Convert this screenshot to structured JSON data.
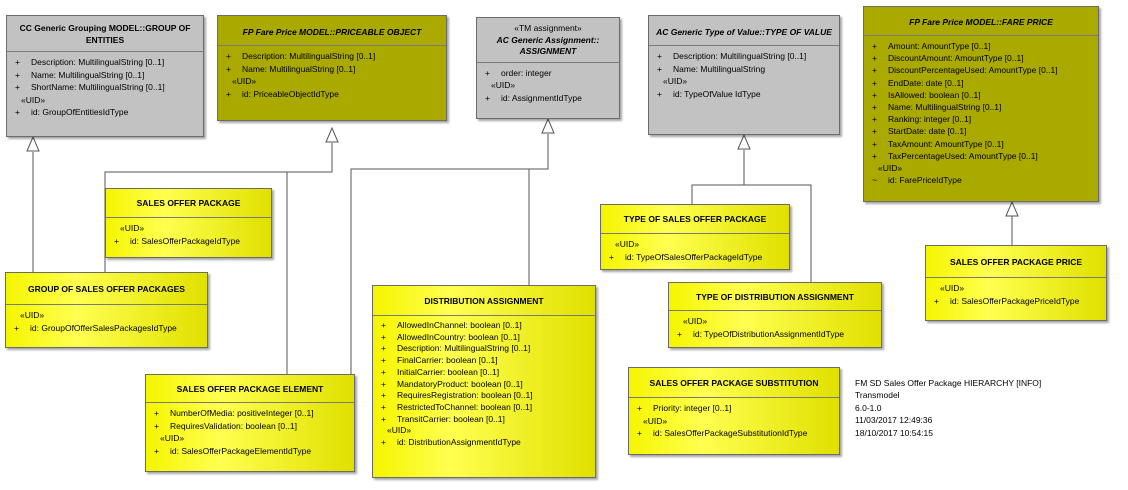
{
  "boxes": {
    "cc_group": {
      "title": "CC Generic Grouping MODEL::GROUP OF ENTITIES",
      "attributes": [
        {
          "vis": "+",
          "text": "Description: MultilingualString [0..1]"
        },
        {
          "vis": "+",
          "text": "Name: MultilingualString [0..1]"
        },
        {
          "vis": "+",
          "text": "ShortName: MultilingualString [0..1]"
        }
      ],
      "uid_label": "«UID»",
      "uid": {
        "vis": "+",
        "text": "id: GroupOfEntitiesIdType"
      }
    },
    "fp_priceable": {
      "title": "FP Fare Price MODEL::PRICEABLE OBJECT",
      "attributes": [
        {
          "vis": "+",
          "text": "Description: MultilingualString [0..1]"
        },
        {
          "vis": "+",
          "text": "Name: MultilingualString [0..1]"
        }
      ],
      "uid_label": "«UID»",
      "uid": {
        "vis": "+",
        "text": "id: PriceableObjectIdType"
      }
    },
    "tm_assignment": {
      "stereotype": "«TM assignment»",
      "title": "AC Generic Assignment:: ASSIGNMENT",
      "attributes": [
        {
          "vis": "+",
          "text": "order: integer"
        }
      ],
      "uid_label": "«UID»",
      "uid": {
        "vis": "+",
        "text": "id: AssignmentIdType"
      }
    },
    "type_of_value": {
      "title": "AC Generic Type of Value::TYPE OF VALUE",
      "attributes": [
        {
          "vis": "+",
          "text": "Description: MultilingualString [0..1]"
        },
        {
          "vis": "+",
          "text": "Name: MultilingualString"
        }
      ],
      "uid_label": "«UID»",
      "uid": {
        "vis": "+",
        "text": "id: TypeOfValue IdType"
      }
    },
    "fare_price": {
      "title": "FP Fare Price MODEL::FARE PRICE",
      "attributes": [
        {
          "vis": "+",
          "text": "Amount: AmountType [0..1]"
        },
        {
          "vis": "+",
          "text": "DiscountAmount: AmountType [0..1]"
        },
        {
          "vis": "+",
          "text": "DiscountPercentageUsed: AmountType [0..1]"
        },
        {
          "vis": "+",
          "text": "EndDate: date [0..1]"
        },
        {
          "vis": "+",
          "text": "IsAllowed: boolean [0..1]"
        },
        {
          "vis": "+",
          "text": "Name: MultilingualString [0..1]"
        },
        {
          "vis": "+",
          "text": "Ranking: integer [0..1]"
        },
        {
          "vis": "+",
          "text": "StartDate: date [0..1]"
        },
        {
          "vis": "+",
          "text": "TaxAmount: AmountType [0..1]"
        },
        {
          "vis": "+",
          "text": "TaxPercentageUsed: AmountType [0..1]"
        }
      ],
      "uid_label": "«UID»",
      "uid": {
        "vis": "~",
        "text": "id: FarePriceIdType"
      }
    },
    "sales_offer_package": {
      "title": "SALES OFFER PACKAGE",
      "attributes": [],
      "uid_label": "«UID»",
      "uid": {
        "vis": "+",
        "text": "id: SalesOfferPackageIdType"
      }
    },
    "type_of_sop": {
      "title": "TYPE OF SALES OFFER PACKAGE",
      "attributes": [],
      "uid_label": "«UID»",
      "uid": {
        "vis": "+",
        "text": "id: TypeOfSalesOfferPackageIdType"
      }
    },
    "sop_price": {
      "title": "SALES OFFER PACKAGE PRICE",
      "attributes": [],
      "uid_label": "«UID»",
      "uid": {
        "vis": "+",
        "text": "id: SalesOfferPackagePriceIdType"
      }
    },
    "group_sop": {
      "title": "GROUP OF SALES OFFER PACKAGES",
      "attributes": [],
      "uid_label": "«UID»",
      "uid": {
        "vis": "+",
        "text": "id: GroupOfOfferSalesPackagesIdType"
      }
    },
    "distribution_assignment": {
      "title": "DISTRIBUTION ASSIGNMENT",
      "attributes": [
        {
          "vis": "+",
          "text": "AllowedInChannel: boolean [0..1]"
        },
        {
          "vis": "+",
          "text": "AllowedInCountry: boolean [0..1]"
        },
        {
          "vis": "+",
          "text": "Description: MultilingualString [0..1]"
        },
        {
          "vis": "+",
          "text": "FinalCarrier: boolean [0..1]"
        },
        {
          "vis": "+",
          "text": "InitialCarrier: boolean [0..1]"
        },
        {
          "vis": "+",
          "text": "MandatoryProduct: boolean [0..1]"
        },
        {
          "vis": "+",
          "text": "RequiresRegistration: boolean [0..1]"
        },
        {
          "vis": "+",
          "text": "RestrictedToChannel: boolean [0..1]"
        },
        {
          "vis": "+",
          "text": "TransitCarrier: boolean [0..1]"
        }
      ],
      "uid_label": "«UID»",
      "uid": {
        "vis": "+",
        "text": "id: DistributionAssignmentIdType"
      }
    },
    "type_of_distribution": {
      "title": "TYPE OF DISTRIBUTION ASSIGNMENT",
      "attributes": [],
      "uid_label": "«UID»",
      "uid": {
        "vis": "+",
        "text": "id: TypeOfDistributionAssignmentIdType"
      }
    },
    "sop_element": {
      "title": "SALES OFFER PACKAGE ELEMENT",
      "attributes": [
        {
          "vis": "+",
          "text": "NumberOfMedia: positiveInteger [0..1]"
        },
        {
          "vis": "+",
          "text": "RequiresValidation: boolean [0..1]"
        }
      ],
      "uid_label": "«UID»",
      "uid": {
        "vis": "+",
        "text": "id: SalesOfferPackageElementIdType"
      }
    },
    "sop_substitution": {
      "title": "SALES OFFER PACKAGE SUBSTITUTION",
      "attributes": [
        {
          "vis": "+",
          "text": "Priority: integer [0..1]"
        }
      ],
      "uid_label": "«UID»",
      "uid": {
        "vis": "+",
        "text": "id: SalesOfferPackageSubstitutionIdType"
      }
    }
  },
  "info": {
    "line1": "FM SD Sales Offer Package HIERARCHY [INFO]",
    "line2": "Transmodel",
    "line3": "6.0-1.0",
    "line4": "11/03/2017 12:49:36",
    "line5": "18/10/2017 10:54:15"
  }
}
